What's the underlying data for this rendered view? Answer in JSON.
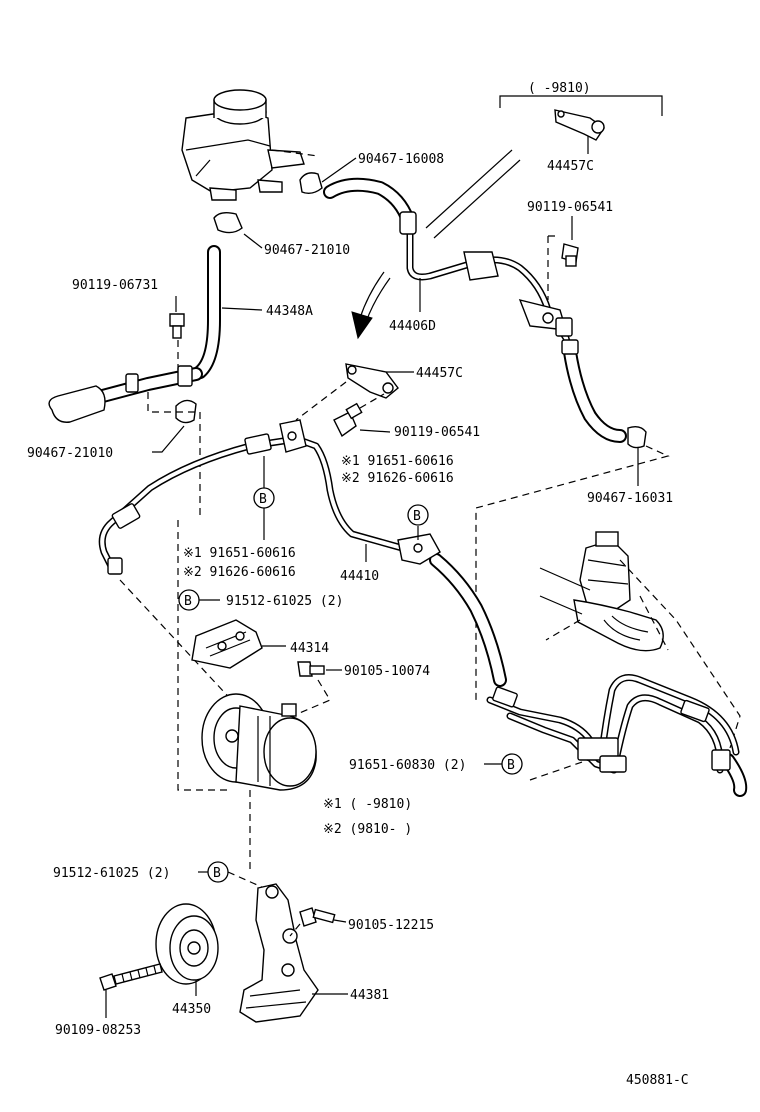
{
  "range_headers": {
    "top_bracket": "(       -9810)"
  },
  "labels": {
    "p44457c_top": "44457C",
    "p90467_16008": "90467-16008",
    "p90119_06541_top": "90119-06541",
    "p90467_21010_top": "90467-21010",
    "p90119_06731": "90119-06731",
    "p44348a": "44348A",
    "p44406d": "44406D",
    "p44457c_mid": "44457C",
    "p90119_06541_mid": "90119-06541",
    "p90467_21010_left": "90467-21010",
    "n1_91651_60616_right": "※1 91651-60616",
    "n2_91626_60616_right": "※2 91626-60616",
    "p90467_16031": "90467-16031",
    "n1_91651_60616_left": "※1 91651-60616",
    "n2_91626_60616_left": "※2 91626-60616",
    "p44410": "44410",
    "p91512_61025_upper": "91512-61025 (2)",
    "p44314": "44314",
    "p90105_10074": "90105-10074",
    "p91651_60830": "91651-60830 (2)",
    "note1": "※1 (       -9810)",
    "note2": "※2 (9810-        )",
    "p91512_61025_lower": "91512-61025 (2)",
    "p90105_12215": "90105-12215",
    "p44350": "44350",
    "p44381": "44381",
    "p90109_08253": "90109-08253",
    "diagram_id": "450881-C"
  },
  "callout_letter": "B"
}
